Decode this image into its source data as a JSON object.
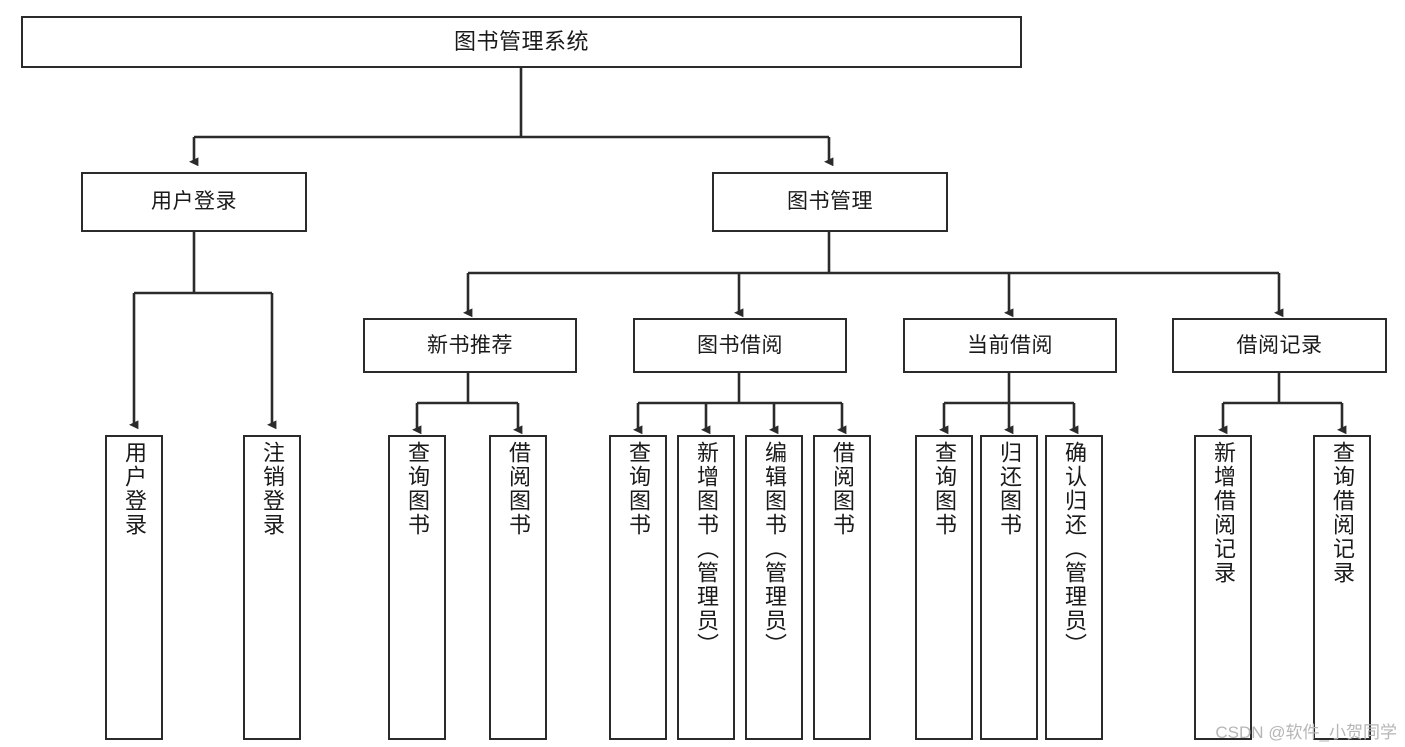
{
  "diagram": {
    "title": "图书管理系统",
    "type": "tree-hierarchy-chart",
    "colors": {
      "node_border": "#2b2b2b",
      "node_fill": "#ffffff",
      "edge": "#2b2b2b",
      "text": "#1a1a1a",
      "watermark": "#b6b6b6",
      "background": "#ffffff"
    },
    "root": {
      "label": "图书管理系统"
    },
    "level2": [
      {
        "id": "user-login",
        "label": "用户登录"
      },
      {
        "id": "book-management",
        "label": "图书管理"
      }
    ],
    "level3": [
      {
        "id": "new-book-recommend",
        "label": "新书推荐"
      },
      {
        "id": "book-borrow",
        "label": "图书借阅"
      },
      {
        "id": "current-borrow",
        "label": "当前借阅"
      },
      {
        "id": "borrow-record",
        "label": "借阅记录"
      }
    ],
    "leaves": {
      "user-login": [
        {
          "id": "leaf-user-login",
          "label": "用户登录"
        },
        {
          "id": "leaf-logout-login",
          "label": "注销登录"
        }
      ],
      "new-book-recommend": [
        {
          "id": "leaf-query-book-1",
          "label": "查询图书"
        },
        {
          "id": "leaf-borrow-book-1",
          "label": "借阅图书"
        }
      ],
      "book-borrow": [
        {
          "id": "leaf-query-book-2",
          "label": "查询图书"
        },
        {
          "id": "leaf-add-book",
          "label": "新增图书（管理员）"
        },
        {
          "id": "leaf-edit-book",
          "label": "编辑图书（管理员）"
        },
        {
          "id": "leaf-borrow-book-2",
          "label": "借阅图书"
        }
      ],
      "current-borrow": [
        {
          "id": "leaf-query-book-3",
          "label": "查询图书"
        },
        {
          "id": "leaf-return-book",
          "label": "归还图书"
        },
        {
          "id": "leaf-confirm-return",
          "label": "确认归还（管理员）"
        }
      ],
      "borrow-record": [
        {
          "id": "leaf-add-record",
          "label": "新增借阅记录"
        },
        {
          "id": "leaf-query-record",
          "label": "查询借阅记录"
        }
      ]
    }
  },
  "watermark": {
    "text": "CSDN @软件_小贺同学"
  }
}
